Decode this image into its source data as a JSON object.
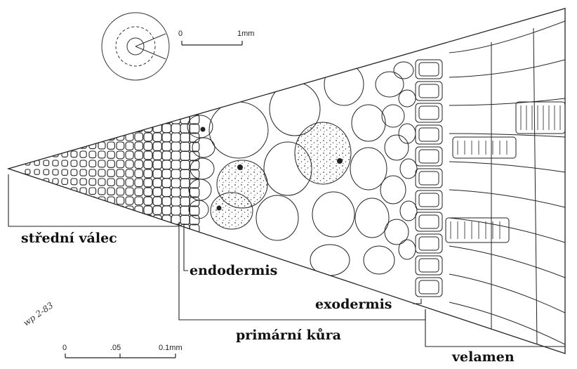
{
  "labels": {
    "stredni_valec": "střední válec",
    "endodermis": "endodermis",
    "exodermis": "exodermis",
    "primarni_kura": "primární kůra",
    "velamen": "velamen"
  },
  "scale_top": {
    "zero": "0",
    "end": "1mm"
  },
  "scale_bottom": {
    "zero": "0",
    "mid": ".05",
    "end": "0.1mm"
  },
  "signature": "wp 2-83",
  "colors": {
    "ink": "#222222",
    "background": "#ffffff"
  }
}
